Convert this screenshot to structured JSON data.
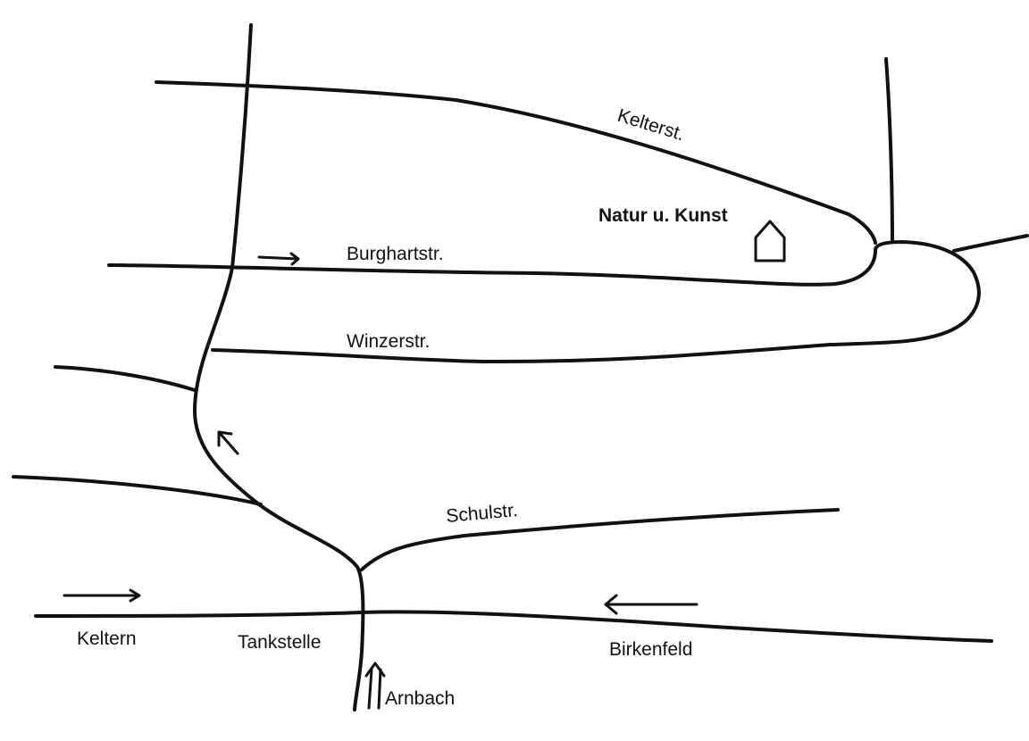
{
  "map": {
    "streets": {
      "kelterst": "Kelterst.",
      "burghartstr": "Burghartstr.",
      "winzerstr": "Winzerstr.",
      "schulstr": "Schulstr."
    },
    "landmark": {
      "name": "Natur u. Kunst",
      "icon": "house-icon"
    },
    "places": {
      "keltern": "Keltern",
      "tankstelle": "Tankstelle",
      "birkenfeld": "Birkenfeld",
      "arnbach": "Arnbach"
    },
    "colors": {
      "ink": "#111111",
      "background": "#ffffff"
    }
  }
}
